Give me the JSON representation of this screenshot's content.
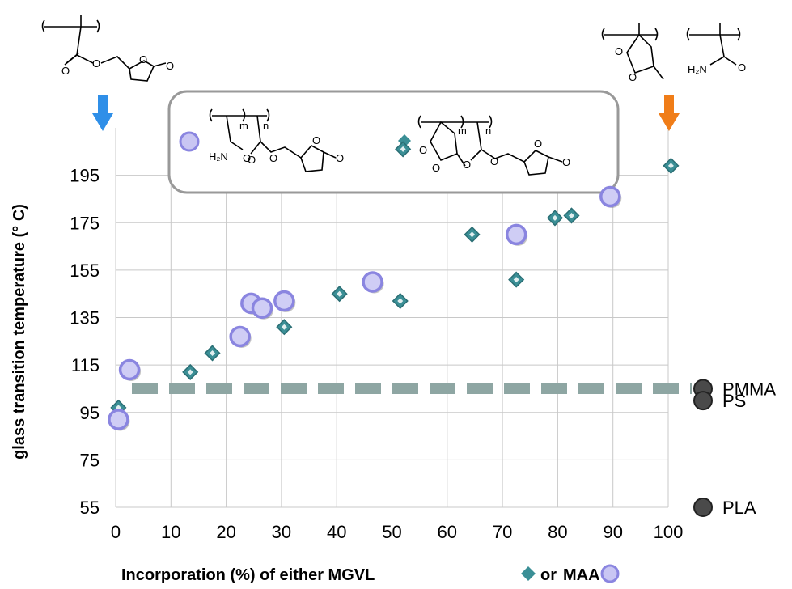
{
  "chart_data": {
    "type": "scatter",
    "title": "",
    "xlabel": "Incorporation (%) of either MGVL",
    "xlabel_mid": "or",
    "xlabel_end": "MAA",
    "ylabel": "glass transition temperature (° C)",
    "xlim": [
      0,
      100
    ],
    "ylim": [
      55,
      215
    ],
    "x_ticks": [
      0,
      10,
      20,
      30,
      40,
      50,
      60,
      70,
      80,
      90,
      100
    ],
    "y_ticks": [
      55,
      75,
      95,
      115,
      135,
      155,
      175,
      195
    ],
    "grid": true,
    "series": [
      {
        "marker": "diamond",
        "color": "#3b8f96",
        "points": [
          {
            "x": 0.5,
            "y": 97
          },
          {
            "x": 13.5,
            "y": 112
          },
          {
            "x": 17.5,
            "y": 120
          },
          {
            "x": 30.5,
            "y": 131
          },
          {
            "x": 40.5,
            "y": 145
          },
          {
            "x": 51.5,
            "y": 142
          },
          {
            "x": 52,
            "y": 206
          },
          {
            "x": 64.5,
            "y": 170
          },
          {
            "x": 72.5,
            "y": 151
          },
          {
            "x": 79.5,
            "y": 177
          },
          {
            "x": 82.5,
            "y": 178
          },
          {
            "x": 100.5,
            "y": 199
          }
        ]
      },
      {
        "marker": "circle",
        "color": "#8a85e0",
        "points": [
          {
            "x": 0.5,
            "y": 92
          },
          {
            "x": 2.5,
            "y": 113
          },
          {
            "x": 22.5,
            "y": 127
          },
          {
            "x": 24.5,
            "y": 141
          },
          {
            "x": 26.5,
            "y": 139
          },
          {
            "x": 30.5,
            "y": 142
          },
          {
            "x": 46.5,
            "y": 150
          },
          {
            "x": 72.5,
            "y": 170
          },
          {
            "x": 89.5,
            "y": 186
          }
        ]
      }
    ],
    "reference_line": {
      "y": 105,
      "style": "dashed",
      "color": "#8ea6a3"
    },
    "reference_points": [
      {
        "label": "PMMA",
        "y": 105
      },
      {
        "label": "PS",
        "y": 100
      },
      {
        "label": "PLA",
        "y": 55
      }
    ],
    "arrow_colors": {
      "left": "#2f8fe8",
      "right": "#f07d18"
    },
    "inset_legend_circle_color": "#8a85e0"
  },
  "structures": {
    "amine_label": "H₂N",
    "subscript_m": "m",
    "subscript_n": "n"
  }
}
